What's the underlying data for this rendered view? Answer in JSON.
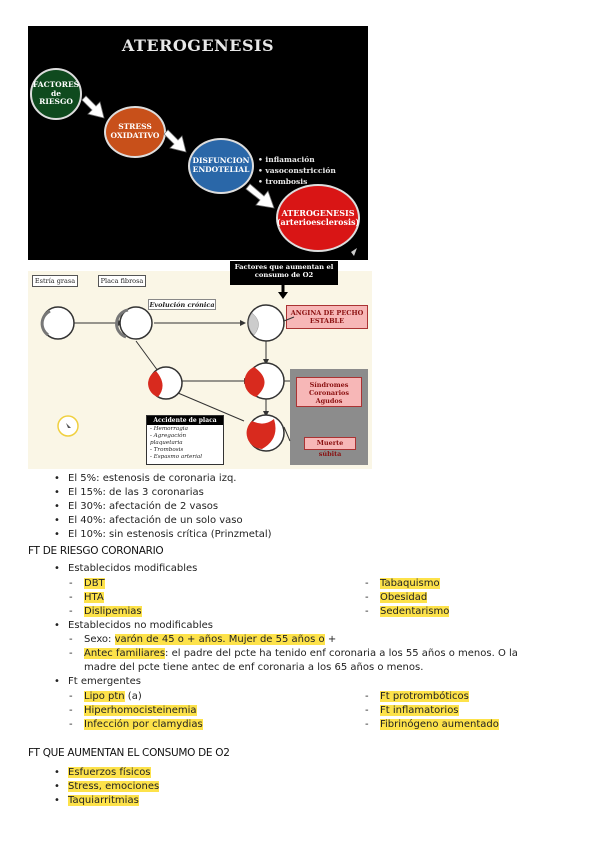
{
  "slide1": {
    "title": "ATEROGENESIS",
    "nodes": [
      {
        "label": "FACTORES de RIESGO",
        "color": "#0f4a1e"
      },
      {
        "label": "STRESS OXIDATIVO",
        "color": "#c8501a"
      },
      {
        "label": "DISFUNCION ENDOTELIAL",
        "color": "#2a67a8"
      },
      {
        "label": "ATEROGENESIS (arterioesclerosis)",
        "color": "#d91515"
      }
    ],
    "bullets": [
      "• inflamación",
      "• vasoconstricción",
      "• trombosis"
    ]
  },
  "slide2": {
    "top_label": "Factores que aumentan el consumo de O2",
    "estria": "Estría grasa",
    "placa": "Placa fibrosa",
    "evolucion": "Evolución crónica",
    "angina": "ANGINA DE PECHO ESTABLE",
    "sindromes": "Síndromes Coronarios Agudos",
    "muerte": "Muerte súbita",
    "accidente_title": "Accidente de placa",
    "accidente_items": [
      "- Hemorragia",
      "- Agregación plaquetaria",
      "- Trombosis",
      "- Espasmo arterial"
    ]
  },
  "stats": [
    "El 5%: estenosis de coronaria izq.",
    "El 15%: de las 3 coronarias",
    "El 30%: afectación de 2 vasos",
    "El 40%: afectación de un solo vaso",
    "El 10%: sin estenosis crítica (Prinzmetal)"
  ],
  "section1": {
    "heading": "FT DE RIESGO CORONARIO",
    "modificables_title": "Establecidos modificables",
    "modificables_left": [
      "DBT",
      "HTA",
      "Dislipemias"
    ],
    "modificables_right": [
      "Tabaquismo",
      "Obesidad",
      "Sedentarismo"
    ],
    "no_modificables_title": "Establecidos no modificables",
    "sexo_label": "Sexo:",
    "sexo_value": "varón de 45 o + años. Mujer de 55 años o",
    "sexo_suffix": "+",
    "antec_label": "Antec familiares",
    "antec_text_1": ": el padre del pcte ha tenido enf coronaria a los 55 años o menos. O la",
    "antec_text_2": "madre del pcte tiene antec de enf coronaria a los 65 años o menos.",
    "emergentes_title": "Ft emergentes",
    "emergentes_left_1": "Lipo ptn",
    "emergentes_left_1_suffix": "(a)",
    "emergentes_left": [
      "Hiperhomocisteinemia",
      "Infección por clamydias"
    ],
    "emergentes_right": [
      "Ft protrombóticos",
      "Ft inflamatorios",
      "Fibrinógeno aumentado"
    ]
  },
  "section2": {
    "heading": "FT QUE AUMENTAN EL CONSUMO DE O2",
    "items": [
      "Esfuerzos físicos",
      "Stress, emociones",
      "Taquiarritmias"
    ]
  },
  "colors": {
    "highlight": "#fde24a"
  }
}
